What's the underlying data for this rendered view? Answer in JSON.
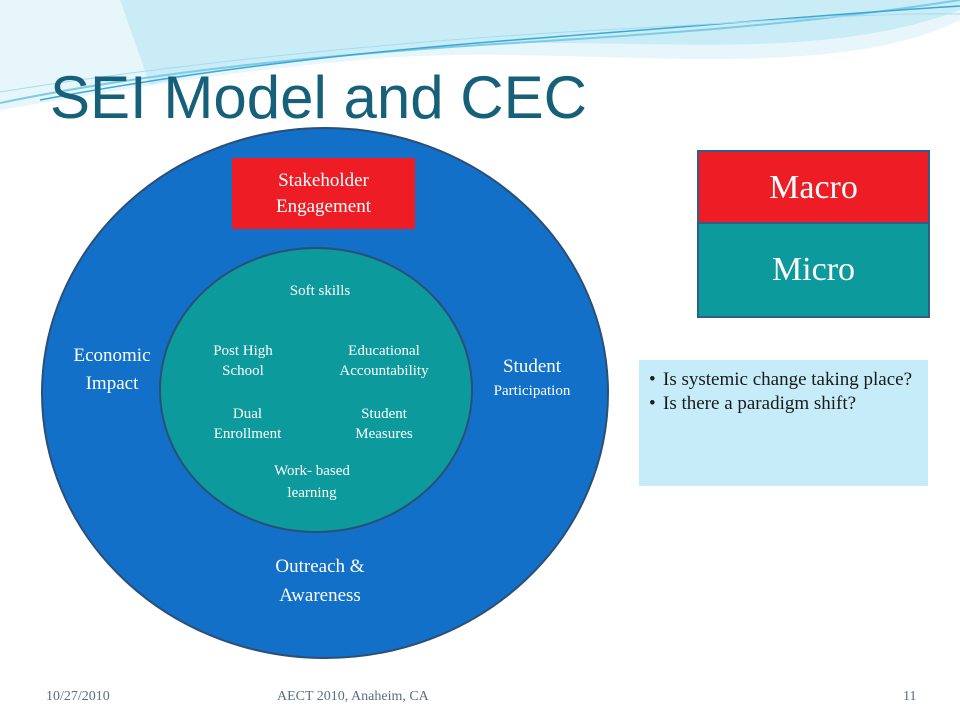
{
  "slide": {
    "title": "SEI Model and CEC"
  },
  "diagram": {
    "outer_labels": {
      "top": {
        "line1": "Stakeholder",
        "line2": "Engagement"
      },
      "left": {
        "line1": "Economic",
        "line2": "Impact"
      },
      "right": {
        "line1": "Student",
        "line2": "Participation"
      },
      "bottom": {
        "line1": "Outreach &",
        "line2": "Awareness"
      }
    },
    "inner_labels": {
      "soft_skills": "Soft skills",
      "post_high_school": {
        "line1": "Post High",
        "line2": "School"
      },
      "educational_accountability": {
        "line1": "Educational",
        "line2": "Accountability"
      },
      "dual_enrollment": {
        "line1": "Dual",
        "line2": "Enrollment"
      },
      "student_measures": {
        "line1": "Student",
        "line2": "Measures"
      },
      "work_based_learning": {
        "line1": "Work- based",
        "line2": "learning"
      }
    }
  },
  "levels": {
    "macro": "Macro",
    "micro": "Micro"
  },
  "questions": [
    "Is systemic change taking place?",
    "Is there a paradigm shift?"
  ],
  "footer": {
    "date": "10/27/2010",
    "event": "AECT 2010, Anaheim, CA",
    "page": "11"
  },
  "colors": {
    "title": "#17607a",
    "outer_circle": "#1270c8",
    "inner_circle": "#0c9a9d",
    "macro": "#ee1c24",
    "micro": "#0c9a9d",
    "questions_bg": "#c5ecf8"
  }
}
